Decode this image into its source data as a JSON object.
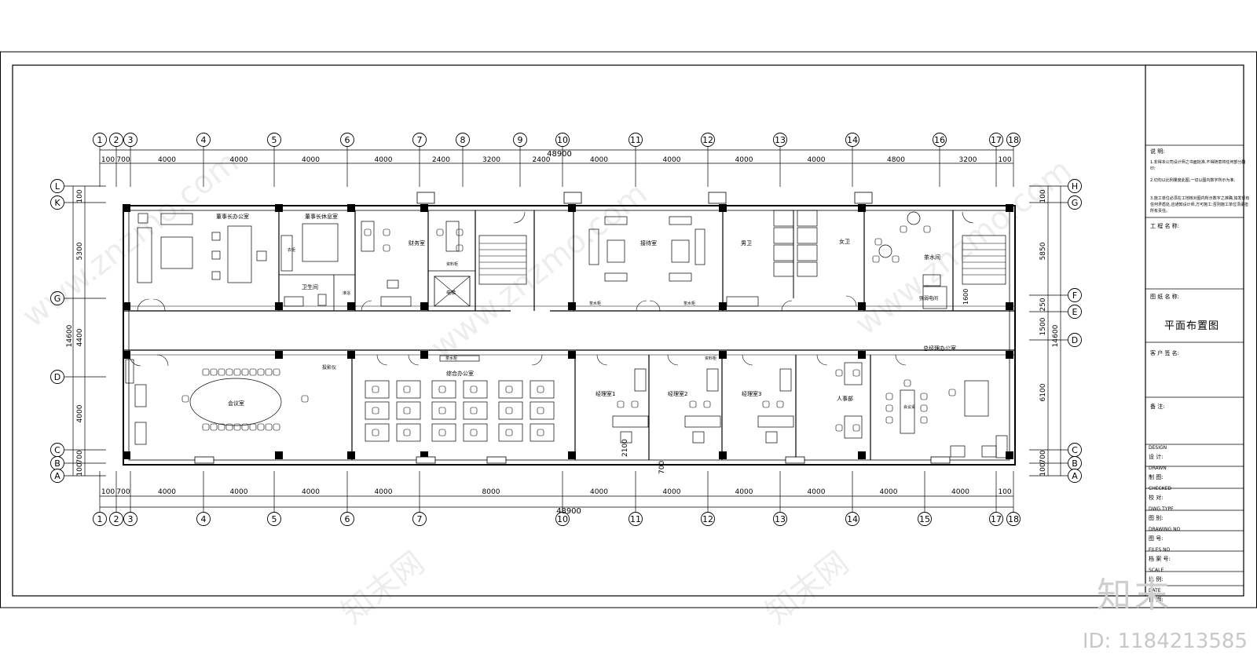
{
  "plan": {
    "total_dim": "48900",
    "top_axes": [
      "1",
      "2",
      "3",
      "4",
      "5",
      "6",
      "7",
      "8",
      "9",
      "10",
      "11",
      "12",
      "13",
      "14",
      "16",
      "17",
      "18"
    ],
    "bottom_axes": [
      "1",
      "2",
      "3",
      "4",
      "5",
      "6",
      "7",
      "10",
      "11",
      "12",
      "13",
      "14",
      "15",
      "17",
      "18"
    ],
    "top_dims": [
      "100",
      "700",
      "4000",
      "4000",
      "4000",
      "4000",
      "2400",
      "3200",
      "2400",
      "4000",
      "4000",
      "4000",
      "4000",
      "4800",
      "3200",
      "100"
    ],
    "bottom_dims": [
      "100",
      "700",
      "4000",
      "4000",
      "4000",
      "4000",
      "8000",
      "4000",
      "4000",
      "4000",
      "4000",
      "4000",
      "4000",
      "100"
    ],
    "left_axes": [
      "L",
      "K",
      "G",
      "D",
      "C",
      "B",
      "A"
    ],
    "right_axes": [
      "H",
      "G",
      "F",
      "E",
      "D",
      "C",
      "B",
      "A"
    ],
    "left_dims": [
      "100",
      "5300",
      "14600",
      "4400",
      "4000",
      "700",
      "100"
    ],
    "right_dims": [
      "100",
      "5850",
      "250",
      "1500",
      "14600",
      "6100",
      "700",
      "100"
    ],
    "rooms": {
      "chairman_office": "董事长办公室",
      "chairman_lounge": "董事长休息室",
      "finance": "财务室",
      "reception": "接待室",
      "male_wc": "男卫",
      "female_wc": "女卫",
      "tea_room": "茶水间",
      "bathroom": "卫生间",
      "meeting": "会议室",
      "general_office": "综合办公室",
      "manager1": "经理室1",
      "manager2": "经理室2",
      "manager3": "经理室3",
      "hr": "人事部",
      "gm_office": "总经理办公室",
      "elevator": "电梯",
      "power_room": "强弱电间",
      "projector": "投影仪",
      "tea_cabinet": "茶水柜",
      "file_cabinet": "资料柜",
      "small_meeting": "会议桌",
      "wardrobe": "衣柜",
      "shower": "淋浴"
    },
    "misc_dims": [
      "2100",
      "700",
      "1600"
    ]
  },
  "title_block": {
    "notes_header": "说 明:",
    "notes": [
      "1.非得本公司设计师之书面批准,不得随意将任何部分翻印;",
      "2.切勿以比例量度此图,一切以图内数字所示为准;",
      "3.施工单位必须在工地核对图内所示数字之准确,如发现有任何矛盾处,应通知设计师,方可施工;否则施工单位须承担所有责任。"
    ],
    "project_label": "工 程 名 称:",
    "drawing_name_label": "图 纸 名 称:",
    "drawing_title": "平面布置图",
    "client_label": "客 户 签 名:",
    "remark_label": "备 注:",
    "fields": [
      {
        "en": "DESIGN",
        "cn": "设 计:"
      },
      {
        "en": "DRAWN",
        "cn": "制 图:"
      },
      {
        "en": "CHECKED",
        "cn": "校 对:"
      },
      {
        "en": "DWG TYPE",
        "cn": "图 别:"
      },
      {
        "en": "DRAWING NO",
        "cn": "图 号:"
      },
      {
        "en": "FILES NO",
        "cn": "档 案 号:"
      },
      {
        "en": "SCALE",
        "cn": "比 例:"
      },
      {
        "en": "DATE",
        "cn": "日 期:"
      }
    ]
  },
  "watermark": {
    "brand": "知末",
    "id_label": "ID: 1184213585",
    "site": "www.znzmo.com",
    "site_cn": "知末网"
  }
}
